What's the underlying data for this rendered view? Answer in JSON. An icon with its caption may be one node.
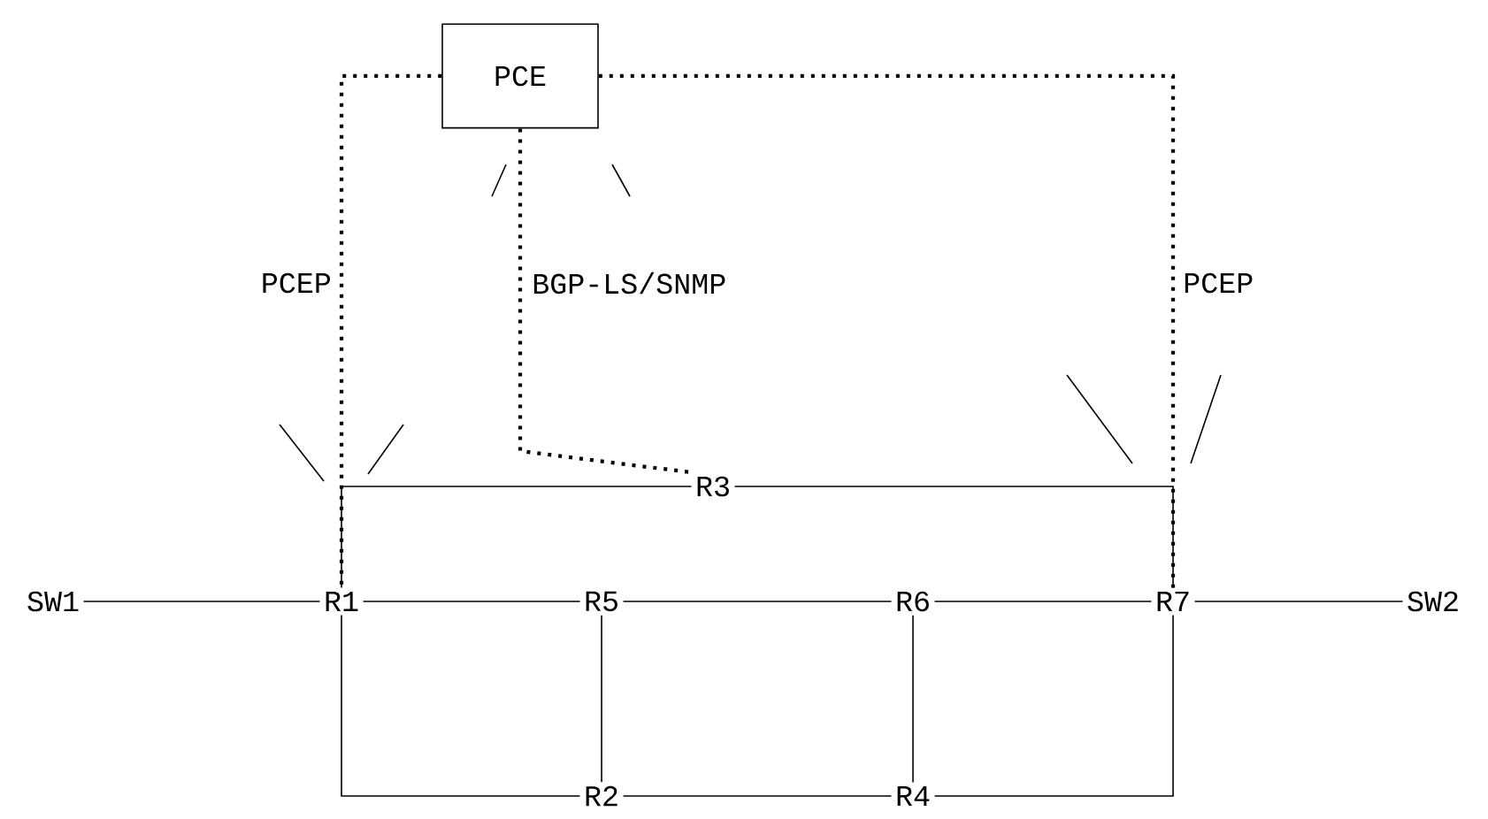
{
  "diagram": {
    "nodes": [
      {
        "text": [
          "PCE"
        ]
      },
      {
        "text": [
          "R3"
        ]
      },
      {
        "text": [
          "SW1"
        ]
      },
      {
        "text": [
          "R1"
        ]
      },
      {
        "text": [
          "R5"
        ]
      },
      {
        "text": [
          "R6"
        ]
      },
      {
        "text": [
          "R7"
        ]
      },
      {
        "text": [
          "SW2"
        ]
      },
      {
        "text": [
          "R2"
        ]
      },
      {
        "text": [
          "R4"
        ]
      }
    ],
    "edges": [
      {
        "from": 0,
        "to": 3,
        "arrow": "none",
        "style": "dashed",
        "label": "PCEP"
      },
      {
        "from": 0,
        "to": 1,
        "arrow": "none",
        "style": "dashed",
        "label": "BGP-LS/SNMP"
      },
      {
        "from": 0,
        "to": 6,
        "arrow": "none",
        "style": "dashed",
        "label": "PCEP"
      },
      {
        "from": 3,
        "to": 1,
        "arrow": "none"
      },
      {
        "from": 1,
        "to": 6,
        "arrow": "none"
      },
      {
        "from": 2,
        "to": 3,
        "arrow": "none"
      },
      {
        "from": 3,
        "to": 4,
        "arrow": "none"
      },
      {
        "from": 4,
        "to": 5,
        "arrow": "none"
      },
      {
        "from": 5,
        "to": 6,
        "arrow": "none"
      },
      {
        "from": 6,
        "to": 7,
        "arrow": "none"
      },
      {
        "from": 3,
        "to": 8,
        "arrow": "none"
      },
      {
        "from": 4,
        "to": 8,
        "arrow": "none"
      },
      {
        "from": 8,
        "to": 9,
        "arrow": "none"
      },
      {
        "from": 5,
        "to": 9,
        "arrow": "none"
      },
      {
        "from": 9,
        "to": 6,
        "arrow": "none"
      }
    ]
  }
}
